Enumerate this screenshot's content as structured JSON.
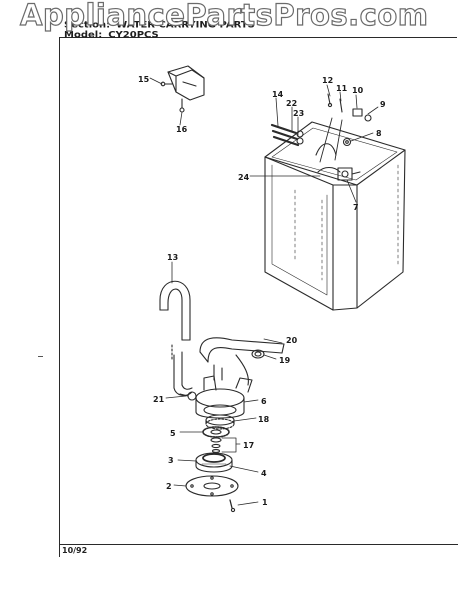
{
  "watermark": "AppliancePartsPros.com",
  "header": {
    "section_label": "Section:",
    "section_value": "WATER CARRYING PARTS",
    "model_label": "Model:",
    "model_value": "CY20PCS"
  },
  "footer": {
    "date": "10/92"
  },
  "parts": [
    "1",
    "2",
    "3",
    "4",
    "5",
    "6",
    "7",
    "8",
    "9",
    "10",
    "11",
    "12",
    "13",
    "14",
    "15",
    "16",
    "17",
    "18",
    "19",
    "20",
    "21",
    "22",
    "23",
    "24"
  ]
}
